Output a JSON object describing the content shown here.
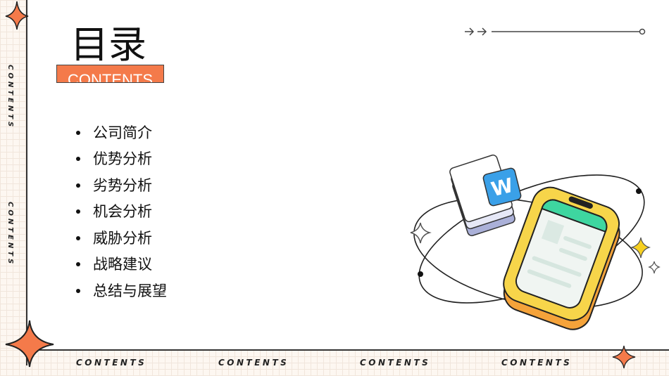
{
  "title": "目录",
  "subtitle": "CONTENTS",
  "side_label": "CONTENTS",
  "bottom_labels": [
    "CONTENTS",
    "CONTENTS",
    "CONTENTS",
    "CONTENTS"
  ],
  "items": [
    "公司简介",
    "优势分析",
    "劣势分析",
    "机会分析",
    "威胁分析",
    "战略建议",
    "总结与展望"
  ],
  "colors": {
    "accent": "#f47a4a",
    "phone": "#f7d54a",
    "word": "#3aa0e8",
    "screen_bar": "#3ed6a0"
  },
  "illustration": {
    "badge": "W"
  }
}
